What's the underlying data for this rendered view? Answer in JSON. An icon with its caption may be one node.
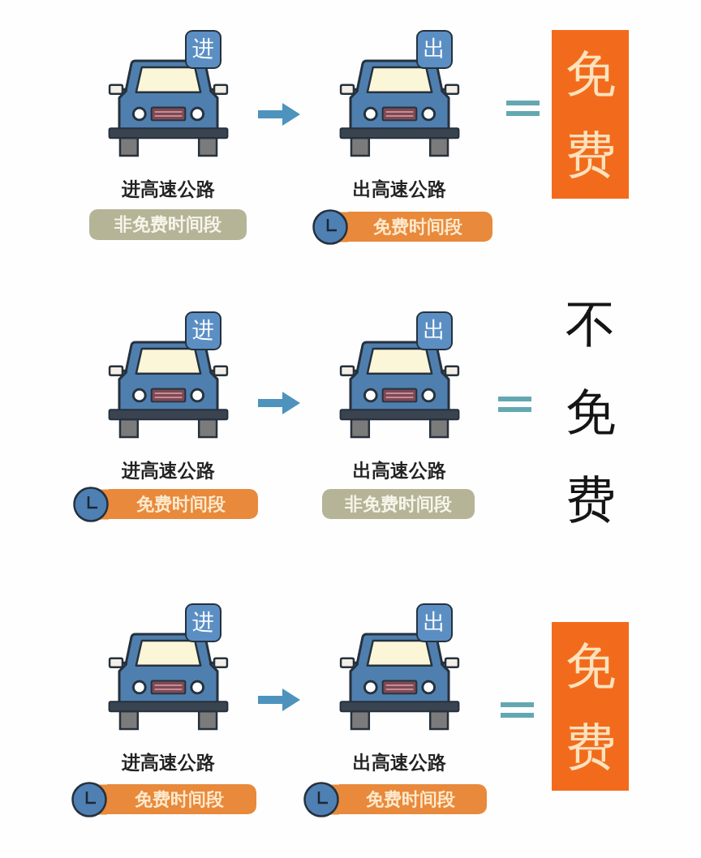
{
  "diagram": {
    "nodes": [
      {
        "text": [
          "进",
          "进高速公路"
        ]
      },
      {
        "text": [
          "出",
          "出高速公路"
        ]
      },
      {
        "text": [
          "免费"
        ]
      },
      {
        "text": [
          "非免费时间段"
        ]
      },
      {
        "text": [
          "免费时间段"
        ]
      },
      {
        "text": [
          "进",
          "进高速公路"
        ]
      },
      {
        "text": [
          "出",
          "出高速公路"
        ]
      },
      {
        "text": [
          "免费时间段"
        ]
      },
      {
        "text": [
          "非免费时间段"
        ]
      },
      {
        "text": [
          "进",
          "进高速公路"
        ]
      },
      {
        "text": [
          "出",
          "出高速公路"
        ]
      },
      {
        "text": [
          "免费"
        ]
      },
      {
        "text": [
          "免费时间段"
        ]
      },
      {
        "text": [
          "免费时间段"
        ]
      }
    ],
    "edges": [
      {
        "from": 0,
        "to": 1,
        "arrow": "to"
      },
      {
        "from": 5,
        "to": 6,
        "arrow": "to"
      },
      {
        "from": 9,
        "to": 10,
        "arrow": "to"
      }
    ],
    "labels": [
      "不免费"
    ]
  }
}
